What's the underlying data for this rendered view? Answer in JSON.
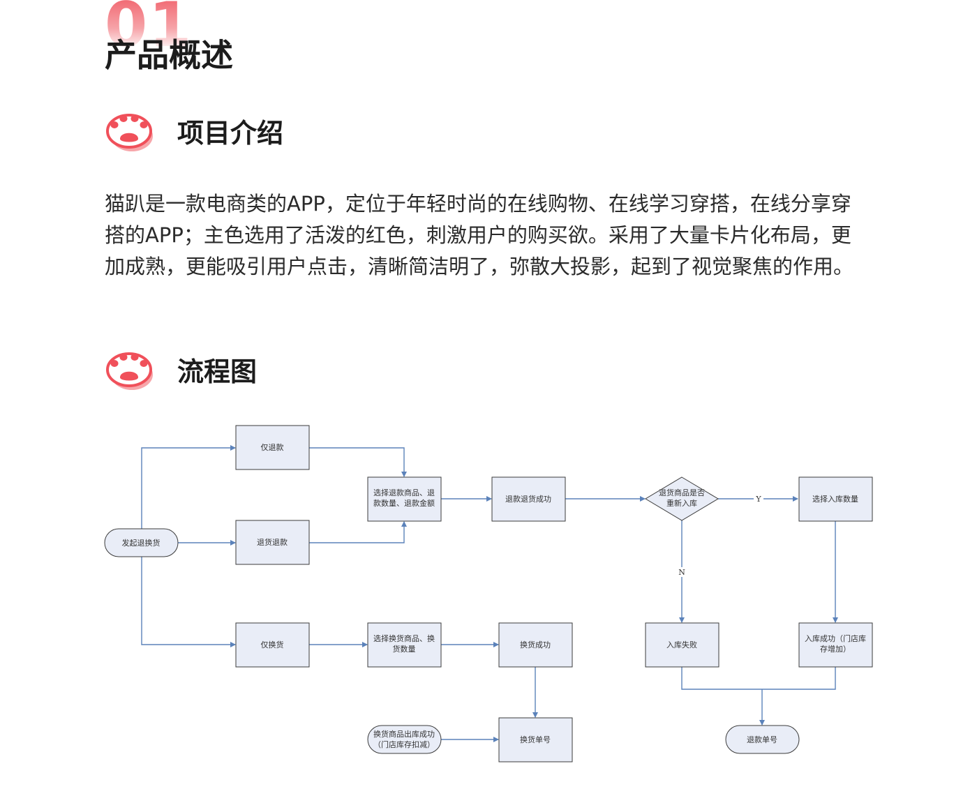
{
  "section": {
    "number": "01",
    "title": "产品概述"
  },
  "subsections": [
    {
      "label": "项目介绍",
      "icon": "paw-icon"
    },
    {
      "label": "流程图",
      "icon": "paw-icon"
    }
  ],
  "intro": {
    "text": "猫趴是一款电商类的APP，定位于年轻时尚的在线购物、在线学习穿搭，在线分享穿搭的APP；主色选用了活泼的红色，刺激用户的购买欲。采用了大量卡片化布局，更加成熟，更能吸引用户点击，清晰简洁明了，弥散大投影，起到了视觉聚焦的作用。"
  },
  "colors": {
    "accent": "#f0505a",
    "paw_shadow": "#f7a6aa",
    "box_fill": "#e9edf7",
    "arrow": "#5b82ba"
  },
  "flowchart": {
    "start": "发起退换货",
    "refund_only": "仅退款",
    "return_refund": "退货退款",
    "exchange_only": "仅换货",
    "select_refund": [
      "选择退款商品、退",
      "款数量、退款金额"
    ],
    "refund_success": "退款退货成功",
    "decision": [
      "退货商品是否",
      "重新入库"
    ],
    "yes_label": "Y",
    "no_label": "N",
    "select_qty": "选择入库数量",
    "stock_fail": "入库失败",
    "stock_success": [
      "入库成功（门店库",
      "存增加）"
    ],
    "refund_no": "退款单号",
    "select_exchange": [
      "选择换货商品、换",
      "货数量"
    ],
    "exchange_success": "换货成功",
    "exchange_out": [
      "换货商品出库成功",
      "（门店库存扣减）"
    ],
    "exchange_no": "换货单号"
  }
}
